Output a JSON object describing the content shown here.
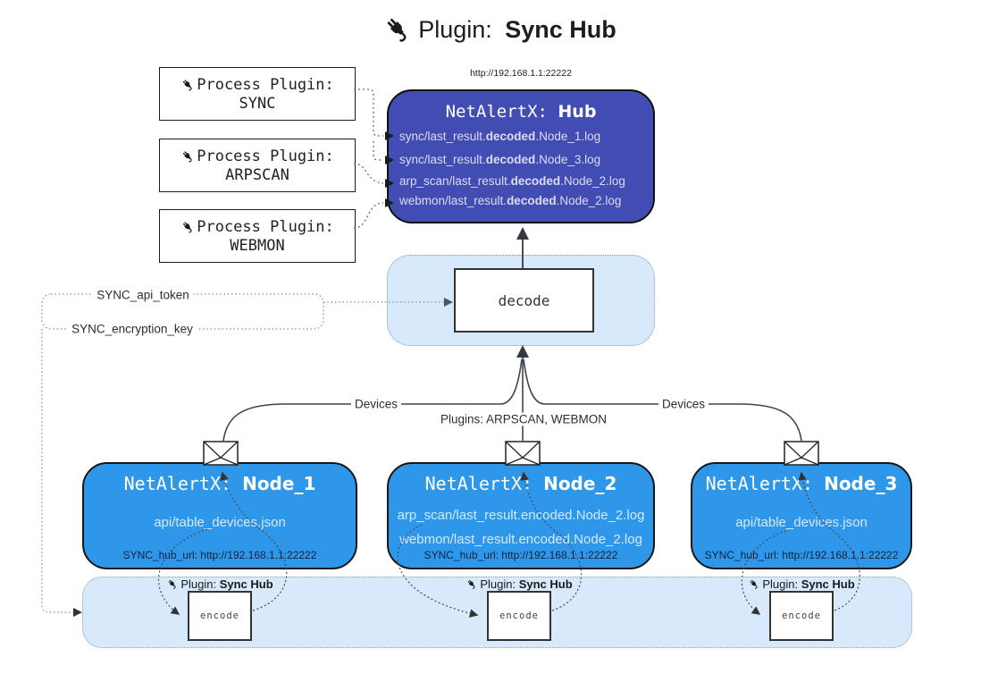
{
  "title": {
    "icon": "plug-icon",
    "prefix": "Plugin: ",
    "name": "Sync Hub"
  },
  "process_plugins": [
    {
      "icon": "plug-icon",
      "label": "Process Plugin:",
      "name": "SYNC"
    },
    {
      "icon": "plug-icon",
      "label": "Process Plugin:",
      "name": "ARPSCAN"
    },
    {
      "icon": "plug-icon",
      "label": "Process Plugin:",
      "name": "WEBMON"
    }
  ],
  "hub": {
    "url": "http://192.168.1.1:22222",
    "name_prefix": "NetAlertX: ",
    "name": "Hub",
    "logs": [
      {
        "pre": "sync/last_result.",
        "bold": "decoded",
        "post": ".Node_1.log"
      },
      {
        "pre": "sync/last_result.",
        "bold": "decoded",
        "post": ".Node_3.log"
      },
      {
        "pre": "arp_scan/last_result.",
        "bold": "decoded",
        "post": ".Node_2.log"
      },
      {
        "pre": "webmon/last_result.",
        "bold": "decoded",
        "post": ".Node_2.log"
      }
    ]
  },
  "decode": {
    "label": "decode"
  },
  "labels": {
    "api_token": "SYNC_api_token",
    "encryption_key": "SYNC_encryption_key",
    "devices_left": "Devices",
    "devices_right": "Devices",
    "plugins_center": "Plugins: ARPSCAN, WEBMON"
  },
  "nodes": [
    {
      "icon": "envelope-icon",
      "name_prefix": "NetAlertX: ",
      "name": "Node_1",
      "lines": [
        "api/table_devices.json"
      ],
      "hub_url": "SYNC_hub_url: http://192.168.1.1:22222"
    },
    {
      "icon": "envelope-icon",
      "name_prefix": "NetAlertX: ",
      "name": "Node_2",
      "lines": [
        "arp_scan/last_result.encoded.Node_2.log",
        "webmon/last_result.encoded.Node_2.log"
      ],
      "hub_url": "SYNC_hub_url: http://192.168.1.1:22222"
    },
    {
      "icon": "envelope-icon",
      "name_prefix": "NetAlertX: ",
      "name": "Node_3",
      "lines": [
        "api/table_devices.json"
      ],
      "hub_url": "SYNC_hub_url: http://192.168.1.1:22222"
    }
  ],
  "encoders": [
    {
      "icon": "plug-icon",
      "label_prefix": "Plugin: ",
      "label_name": "Sync Hub",
      "box_label": "encode"
    },
    {
      "icon": "plug-icon",
      "label_prefix": "Plugin: ",
      "label_name": "Sync Hub",
      "box_label": "encode"
    },
    {
      "icon": "plug-icon",
      "label_prefix": "Plugin: ",
      "label_name": "Sync Hub",
      "box_label": "encode"
    }
  ],
  "colors": {
    "hub_fill": "#424db3",
    "node_fill": "#2e97ea",
    "panel_fill": "#d7e9fa",
    "line_dark": "#3f454b"
  }
}
